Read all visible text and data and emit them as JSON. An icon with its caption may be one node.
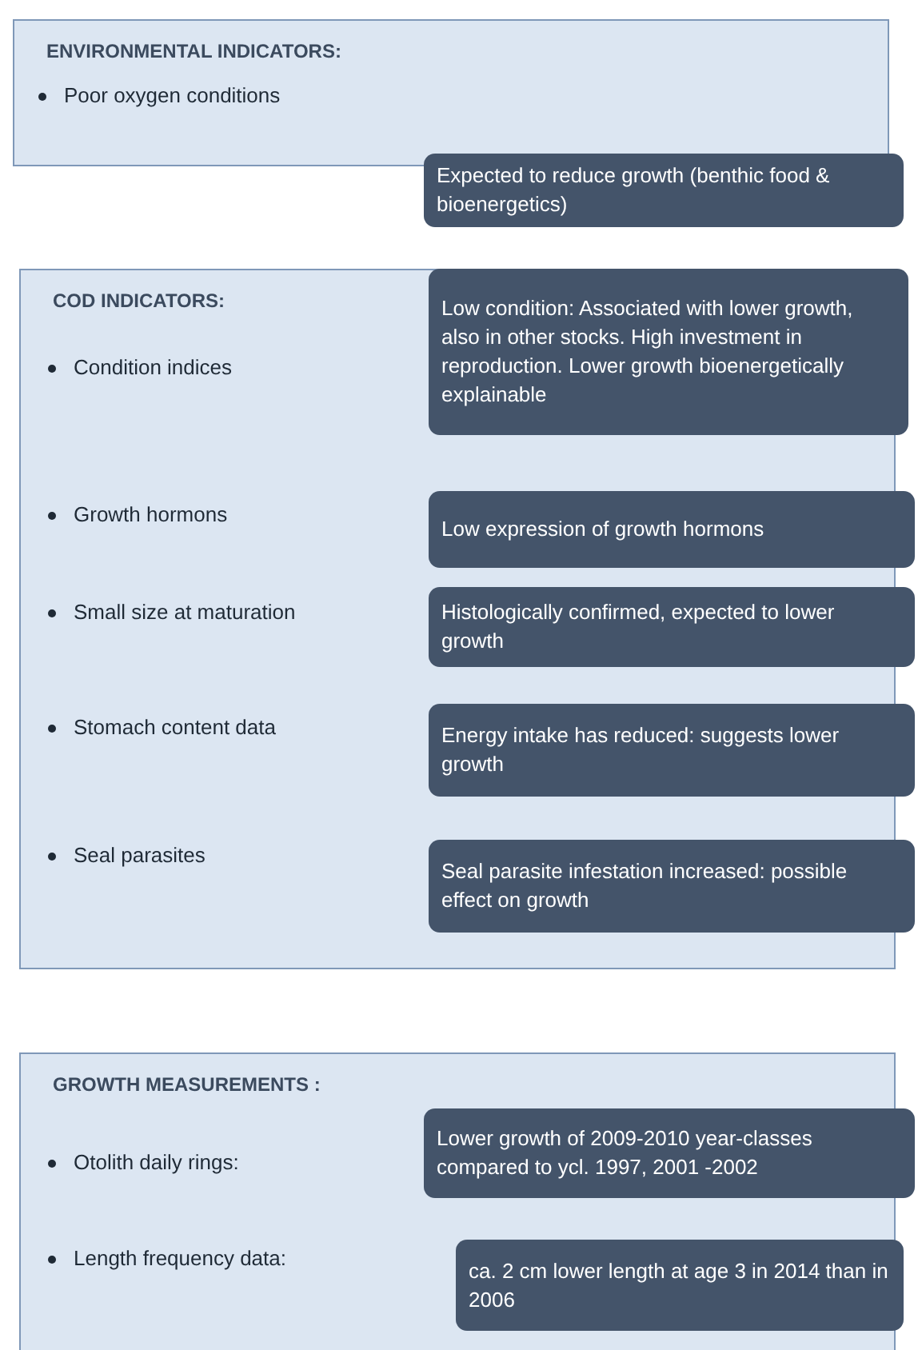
{
  "diagram": {
    "nodes": [
      {
        "text": [
          "ENVIRONMENTAL INDICATORS:"
        ]
      },
      {
        "text": [
          "Expected to reduce growth (benthic food & bioenergetics)"
        ]
      },
      {
        "text": [
          "COD INDICATORS:"
        ]
      },
      {
        "text": [
          "Low condition: Associated with lower growth, also in other stocks. High investment in reproduction. Lower growth bioenergetically explainable"
        ],
        "in": 2
      },
      {
        "text": [
          "Low expression of growth hormons"
        ],
        "in": 2
      },
      {
        "text": [
          "Histologically confirmed, expected to lower growth"
        ],
        "in": 2
      },
      {
        "text": [
          "Energy intake has reduced: suggests lower growth"
        ],
        "in": 2
      },
      {
        "text": [
          "Seal parasite infestation increased: possible effect on growth"
        ],
        "in": 2
      },
      {
        "text": [
          "GROWTH MEASUREMENTS :"
        ]
      },
      {
        "text": [
          "Lower growth of 2009-2010 year-classes compared to  ycl. 1997, 2001 -2002"
        ],
        "in": 8
      },
      {
        "text": [
          "ca. 2 cm  lower length at age 3 in 2014 than in 2006"
        ],
        "in": 8
      }
    ],
    "edges": [],
    "labels": [
      "Poor oxygen conditions",
      "Condition indices",
      "Growth hormons",
      "Small size at maturation",
      "Stomach content data",
      "Seal parasites",
      "Otolith daily rings:",
      "Length frequency data:"
    ]
  }
}
